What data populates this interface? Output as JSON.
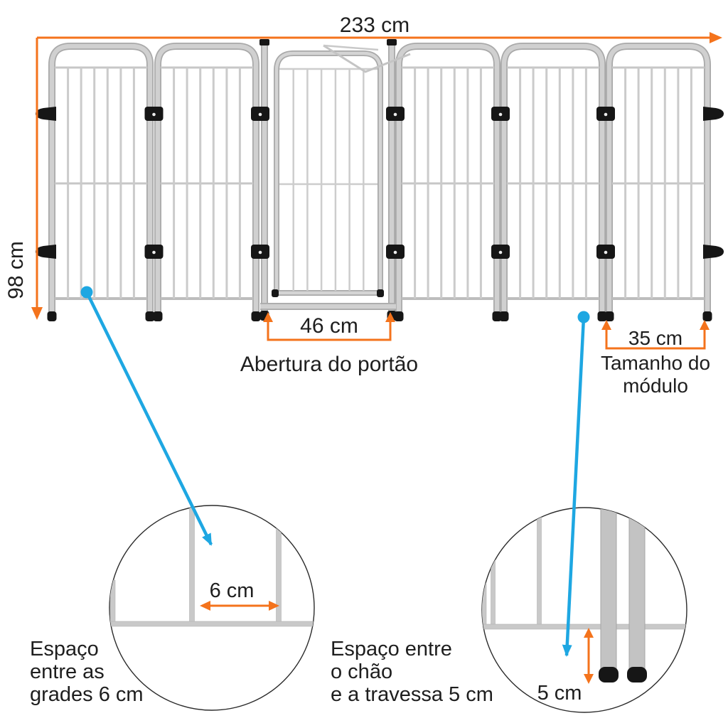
{
  "annotations": {
    "total_width": "233 cm",
    "total_height": "98 cm",
    "gate_opening_value": "46 cm",
    "gate_opening_label": "Abertura do portão",
    "module_width_value": "35 cm",
    "module_width_label_line1": "Tamanho do",
    "module_width_label_line2": "módulo",
    "bar_spacing_value": "6 cm",
    "bar_spacing_label_line1": "Espaço",
    "bar_spacing_label_line2": "entre as",
    "bar_spacing_label_line3": "grades 6 cm",
    "floor_gap_value": "5 cm",
    "floor_gap_label_line1": "Espaço entre",
    "floor_gap_label_line2": "o chão",
    "floor_gap_label_line3": "e a travessa 5 cm"
  },
  "colors": {
    "dimension_orange": "#f4731c",
    "callout_cyan": "#1ea7e2",
    "fence_gray": "#c9c9c9",
    "clamp_black": "#161616",
    "text_black": "#1e1e1e"
  }
}
